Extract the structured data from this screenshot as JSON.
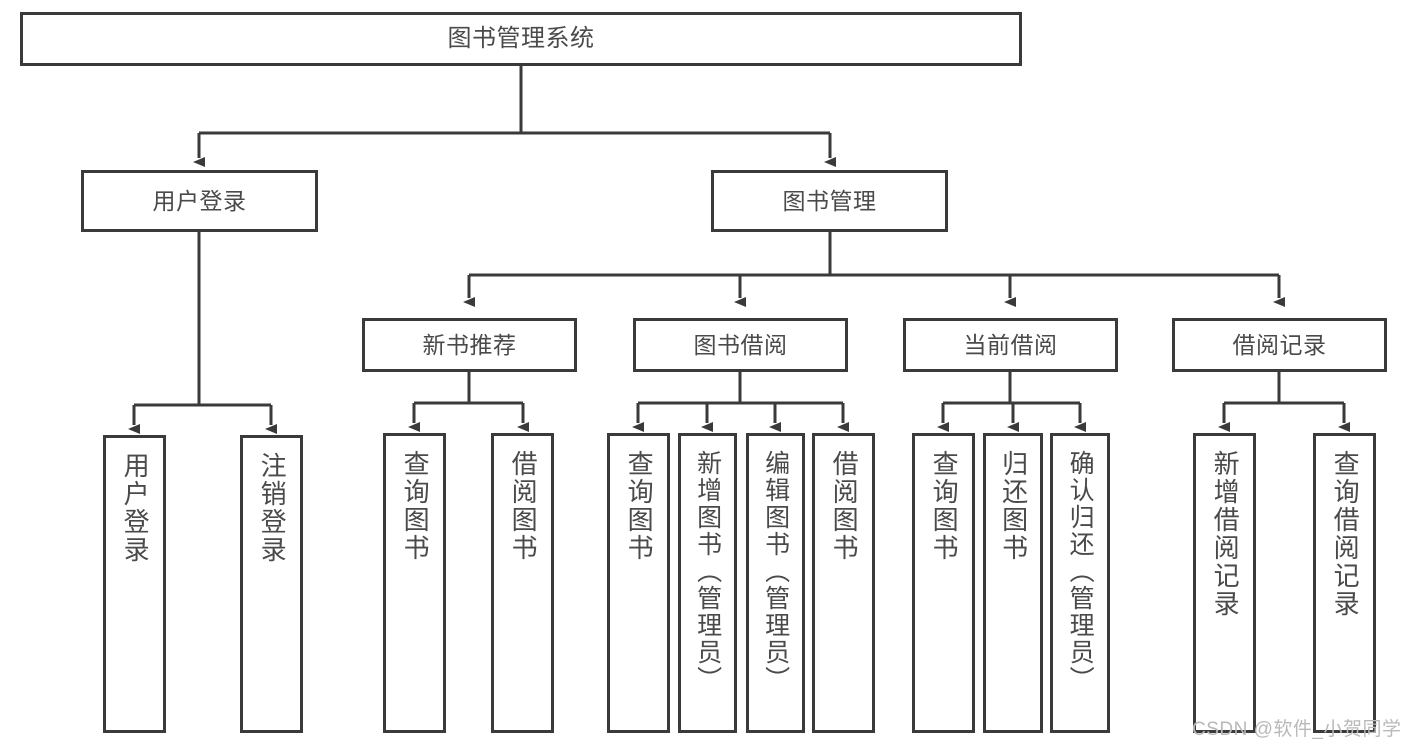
{
  "diagram": {
    "title": "图书管理系统",
    "root": {
      "id": "root",
      "label": "图书管理系统"
    },
    "level2": [
      {
        "id": "user-login",
        "label": "用户登录"
      },
      {
        "id": "book-manage",
        "label": "图书管理"
      }
    ],
    "level3": [
      {
        "id": "new-book-recommend",
        "label": "新书推荐",
        "parent": "book-manage"
      },
      {
        "id": "book-borrow",
        "label": "图书借阅",
        "parent": "book-manage"
      },
      {
        "id": "current-borrow",
        "label": "当前借阅",
        "parent": "book-manage"
      },
      {
        "id": "borrow-record",
        "label": "借阅记录",
        "parent": "book-manage"
      }
    ],
    "leaves": [
      {
        "id": "leaf-user-login",
        "label": "用户登录",
        "parent": "user-login"
      },
      {
        "id": "leaf-logout-login",
        "label": "注销登录",
        "parent": "user-login"
      },
      {
        "id": "leaf-query-book-1",
        "label": "查询图书",
        "parent": "new-book-recommend"
      },
      {
        "id": "leaf-borrow-book-1",
        "label": "借阅图书",
        "parent": "new-book-recommend"
      },
      {
        "id": "leaf-query-book-2",
        "label": "查询图书",
        "parent": "book-borrow"
      },
      {
        "id": "leaf-add-book",
        "label": "新增图书（管理员）",
        "parent": "book-borrow"
      },
      {
        "id": "leaf-edit-book",
        "label": "编辑图书（管理员）",
        "parent": "book-borrow"
      },
      {
        "id": "leaf-borrow-book-2",
        "label": "借阅图书",
        "parent": "book-borrow"
      },
      {
        "id": "leaf-query-book-3",
        "label": "查询图书",
        "parent": "current-borrow"
      },
      {
        "id": "leaf-return-book",
        "label": "归还图书",
        "parent": "current-borrow"
      },
      {
        "id": "leaf-confirm-return",
        "label": "确认归还（管理员）",
        "parent": "current-borrow"
      },
      {
        "id": "leaf-add-record",
        "label": "新增借阅记录",
        "parent": "borrow-record"
      },
      {
        "id": "leaf-query-record",
        "label": "查询借阅记录",
        "parent": "borrow-record"
      }
    ],
    "watermark": "CSDN @软件_小贺同学",
    "colors": {
      "box_border": "#3a3a3a",
      "text": "#4a4a4a",
      "edge": "#3a3a3a",
      "background": "#ffffff",
      "watermark": "#b9b9b9"
    }
  }
}
